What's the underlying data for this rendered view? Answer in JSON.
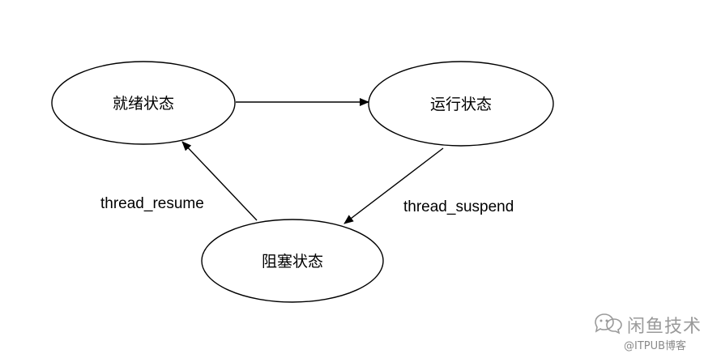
{
  "states": {
    "ready": "就绪状态",
    "running": "运行状态",
    "blocked": "阻塞状态"
  },
  "transitions": {
    "suspend": "thread_suspend",
    "resume": "thread_resume"
  },
  "watermark": {
    "account": "闲鱼技术",
    "site": "@ITPUB博客",
    "icon": "wechat-icon"
  }
}
